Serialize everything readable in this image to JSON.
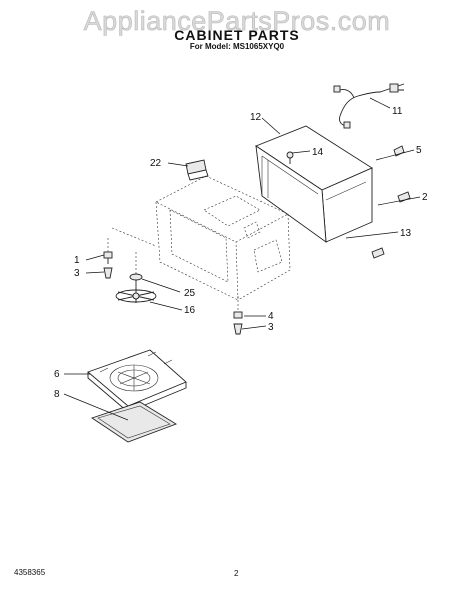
{
  "header": {
    "watermark": "AppliancePartsPros.com",
    "title": "CABINET PARTS",
    "subtitle": "For Model: MS1065XYQ0"
  },
  "callouts": [
    {
      "id": "11",
      "label": "11"
    },
    {
      "id": "12",
      "label": "12"
    },
    {
      "id": "14",
      "label": "14"
    },
    {
      "id": "5",
      "label": "5"
    },
    {
      "id": "22",
      "label": "22"
    },
    {
      "id": "2",
      "label": "2"
    },
    {
      "id": "13",
      "label": "13"
    },
    {
      "id": "1",
      "label": "1"
    },
    {
      "id": "3a",
      "label": "3"
    },
    {
      "id": "25",
      "label": "25"
    },
    {
      "id": "16",
      "label": "16"
    },
    {
      "id": "4",
      "label": "4"
    },
    {
      "id": "3b",
      "label": "3"
    },
    {
      "id": "6",
      "label": "6"
    },
    {
      "id": "8",
      "label": "8"
    }
  ],
  "footer": {
    "doc_number": "4358365",
    "page_number": "2"
  }
}
